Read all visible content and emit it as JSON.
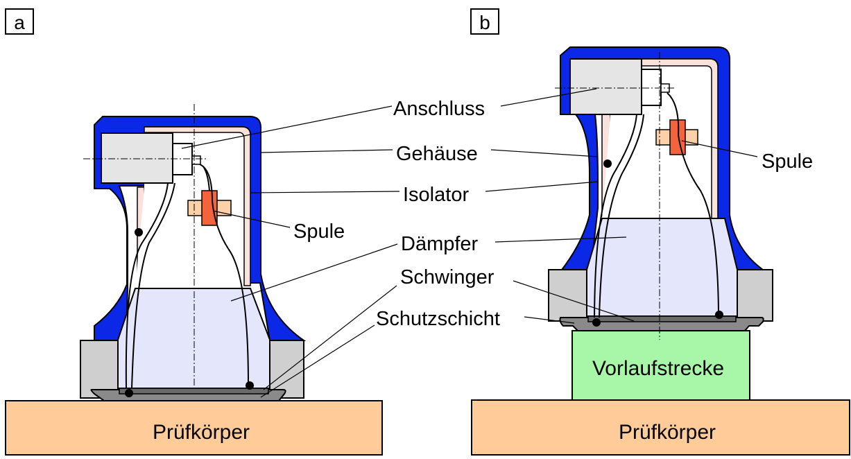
{
  "panels": {
    "a": {
      "label": "a",
      "base_label": "Prüfkörper"
    },
    "b": {
      "label": "b",
      "base_label": "Prüfkörper",
      "delay_line_label": "Vorlaufstrecke"
    }
  },
  "labels": {
    "anschluss": "Anschluss",
    "gehaeuse": "Gehäuse",
    "isolator": "Isolator",
    "spule_a": "Spule",
    "spule_b": "Spule",
    "daempfer": "Dämpfer",
    "schwinger": "Schwinger",
    "schutzschicht": "Schutzschicht"
  },
  "colors": {
    "housing": "#0a28e6",
    "insulator": "#fbe1dc",
    "damper": "#e4e6fb",
    "connector": "#e5e5e5",
    "frame_grey": "#cfcfcf",
    "coil": "#f4643c",
    "coil_body": "#fcd0a8",
    "test_piece": "#ffcc99",
    "delay_line": "#a8f7a8",
    "protective_layer": "#8a8a8a"
  }
}
